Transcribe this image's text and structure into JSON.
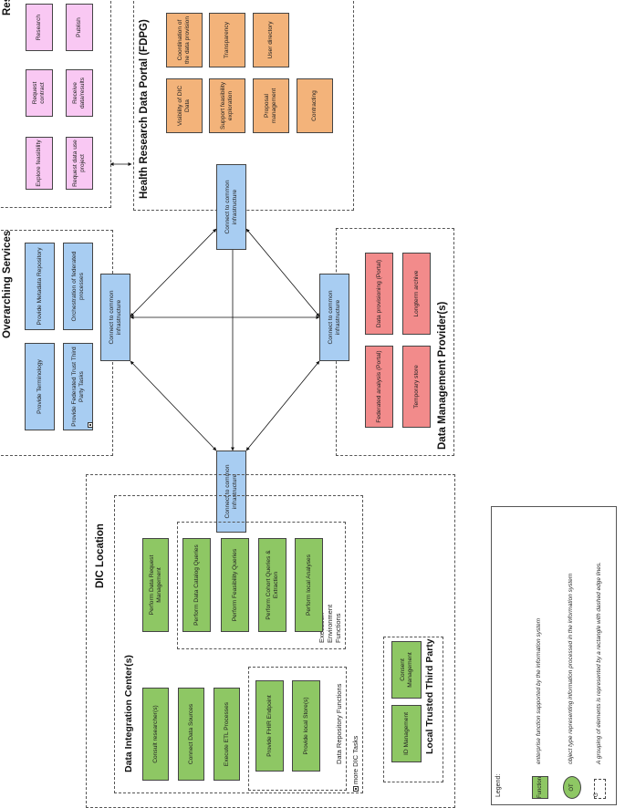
{
  "researchers": {
    "title": "Researcher(s)",
    "boxes": {
      "explore": "Explore feasibility",
      "request_project": "Request data use project",
      "request_contract": "Request contract",
      "receive": "Receive data/results",
      "research": "Research",
      "publish": "Publish"
    }
  },
  "fdpg": {
    "title": "Health Research Data Portal (FDPG)",
    "boxes": {
      "visibility": "Visibility of DIC Data",
      "coordination": "Coordination of the data provision",
      "support": "Support feasibility exploration",
      "transparency": "Transparency",
      "proposal": "Proposal management",
      "user_dir": "User directory",
      "contracting": "Contracting"
    }
  },
  "overarching": {
    "title": "Overarching Services",
    "boxes": {
      "terminology": "Provide Terminology",
      "metadata": "Provide Metadata Repository",
      "ttp_tasks": "Provide Federated Trust Third Party Tasks",
      "orchestration": "Orchestration of federated processes"
    }
  },
  "dmp": {
    "title": "Data Management Provider(s)",
    "boxes": {
      "federated": "Federated analysis (Portal)",
      "provisioning": "Data provisioning (Portal)",
      "temp": "Temporary store",
      "longterm": "Longterm archive"
    }
  },
  "connect": {
    "top": "Connect to common infrastructure",
    "left": "Connect to common infrastructure",
    "right": "Connect to common infrastructure",
    "bottom": "Connect to common infrastructure"
  },
  "dic": {
    "title": "DIC Location",
    "dic_center": {
      "title": "Data Integration Center(s)",
      "boxes": {
        "consult": "Consult researcher(s)",
        "perform_request": "Perform Data Request Management",
        "connect_sources": "Connect Data Sources",
        "execute_etl": "Execute ETL Processes"
      },
      "execution": {
        "label": "Execution Environment Functions",
        "boxes": {
          "catalog": "Perform Data Catalog Queries",
          "feasibility": "Perform Feasibility Queries",
          "cohort": "Perform Cohort Queries & Extraction",
          "local_analyses": "Perform local Analyses"
        }
      },
      "repository": {
        "label": "Data Repository Functions",
        "boxes": {
          "fhir": "Provide FHIR Endpoint",
          "local_store": "Provide local Store(s)"
        }
      },
      "more_tasks": "more DIC Tasks"
    },
    "ttp": {
      "title": "Local Trusted Third Party",
      "boxes": {
        "id_mgmt": "ID Management",
        "consent": "Consent Management"
      }
    }
  },
  "legend": {
    "title": "Legend:",
    "function_label": "Function",
    "function_desc": "enterprise function supported by the information system",
    "ot_label": "OT",
    "ot_desc": "object type representing information processed in the information system",
    "group_label": "G",
    "group_desc": "A grouping of elements is represented by a rectangle with dashed edge lines."
  },
  "colors": {
    "pink": "#f9c8f3",
    "orange": "#f3b37a",
    "blue": "#a8cdf2",
    "red": "#f28b8b",
    "green": "#8ec764"
  }
}
